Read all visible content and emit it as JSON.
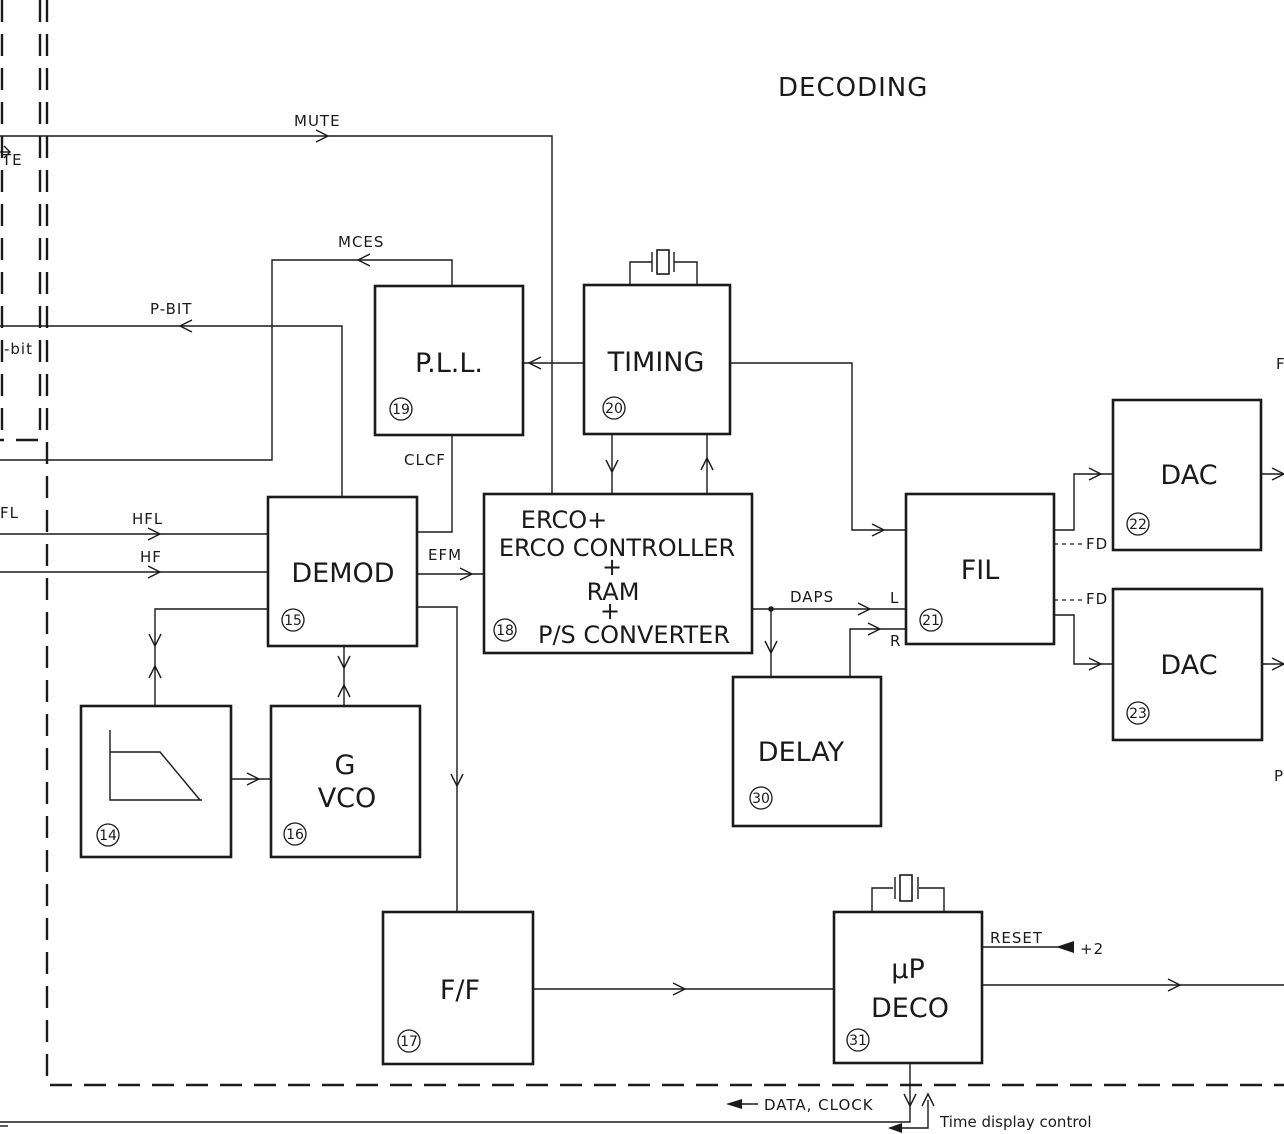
{
  "title": "DECODING",
  "blocks": {
    "pll": {
      "label": "P.L.L.",
      "number": "19"
    },
    "timing": {
      "label": "TIMING",
      "number": "20"
    },
    "demod": {
      "label": "DEMOD",
      "number": "15"
    },
    "erco": {
      "line1": "ERCO+",
      "line2": "ERCO CONTROLLER",
      "plus1": "+",
      "line3": "RAM",
      "plus2": "+",
      "line4": "P/S CONVERTER",
      "number": "18"
    },
    "fil": {
      "label": "FIL",
      "number": "21"
    },
    "dac1": {
      "label": "DAC",
      "number": "22"
    },
    "dac2": {
      "label": "DAC",
      "number": "23"
    },
    "delay": {
      "label": "DELAY",
      "number": "30"
    },
    "filter": {
      "number": "14"
    },
    "gvco": {
      "line1": "G",
      "line2": "VCO",
      "number": "16"
    },
    "ff": {
      "label": "F/F",
      "number": "17"
    },
    "updeco": {
      "line1": "µP",
      "line2": "DECO",
      "number": "31"
    }
  },
  "signals": {
    "mute": "MUTE",
    "mute_left": "TE",
    "mces": "MCES",
    "pbit": "P-BIT",
    "pbit_left": "-bit",
    "clcf": "CLCF",
    "hfl": "HFL",
    "hfl_left": "FL",
    "hf": "HF",
    "efm": "EFM",
    "daps": "DAPS",
    "l": "L",
    "r": "R",
    "fd1": "FD",
    "fd2": "FD",
    "reset": "RESET",
    "plus2": "+2",
    "data_clock": "DATA, CLOCK",
    "time_display": "Time display control",
    "right_edge_1": "F",
    "right_edge_2": "P"
  }
}
